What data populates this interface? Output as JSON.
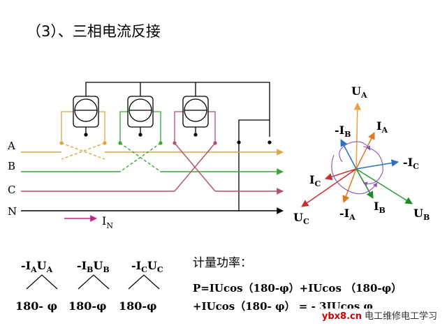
{
  "title": "（3）、三相电流反接",
  "phases": {
    "a": "A",
    "b": "B",
    "c": "C",
    "n": "N"
  },
  "neutral_current": {
    "base": "I",
    "sub": "N"
  },
  "phasors": {
    "ua": {
      "base": "U",
      "sub": "A"
    },
    "ia": {
      "base": "I",
      "sub": "A"
    },
    "neg_ib": {
      "base": "-I",
      "sub": "B"
    },
    "neg_ic": {
      "base": "-I",
      "sub": "C"
    },
    "ic": {
      "base": "I",
      "sub": "C"
    },
    "uc": {
      "base": "U",
      "sub": "C"
    },
    "neg_ia": {
      "base": "-I",
      "sub": "A"
    },
    "ib": {
      "base": "I",
      "sub": "B"
    },
    "ub": {
      "base": "U",
      "sub": "B"
    }
  },
  "pairs": [
    {
      "i": "-I",
      "i_sub": "A",
      "u": "U",
      "u_sub": "A",
      "angle": "180- φ"
    },
    {
      "i": "-I",
      "i_sub": "B",
      "u": "U",
      "u_sub": "B",
      "angle": "180-φ"
    },
    {
      "i": "-I",
      "i_sub": "C",
      "u": "U",
      "u_sub": "C",
      "angle": "180-φ"
    }
  ],
  "measured_power_label": "计量功率：",
  "formula_line1": "P=IUcos（180-φ）+IUcos （180-φ）",
  "formula_line2": "+IUcos（180- φ） = - 3IUcos φ",
  "watermark": {
    "site": "ybx8.cn",
    "text": "电工维修电工学习"
  },
  "colors": {
    "phase_a": "#d9a640",
    "phase_b": "#3aa63a",
    "phase_c": "#b0506a",
    "wire": "#000000",
    "arrow_ia": "#e07a1a",
    "arrow_ua": "#e8a040",
    "arrow_ib": "#1a8a2a",
    "arrow_ub": "#2e9a3a",
    "arrow_c": "#c83030",
    "arrow_neg_ib": "#2a70c0",
    "arrow_neg_ic": "#2a70c0",
    "in_arrow": "#cc2288"
  }
}
